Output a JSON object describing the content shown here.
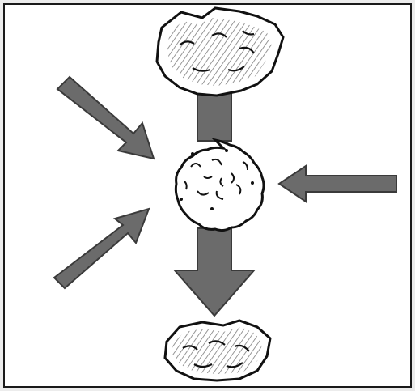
{
  "diagram": {
    "elements": [
      "rock-top",
      "sediment-ball",
      "rock-bottom",
      "arrow-upper-left",
      "arrow-lower-left",
      "arrow-right",
      "arrow-stem-top",
      "arrow-down"
    ]
  },
  "colors": {
    "arrow_fill": "#6b6b6b",
    "arrow_stroke": "#3a3a3a",
    "ink": "#111111",
    "paper": "#ffffff",
    "border": "#1a1a1a"
  }
}
